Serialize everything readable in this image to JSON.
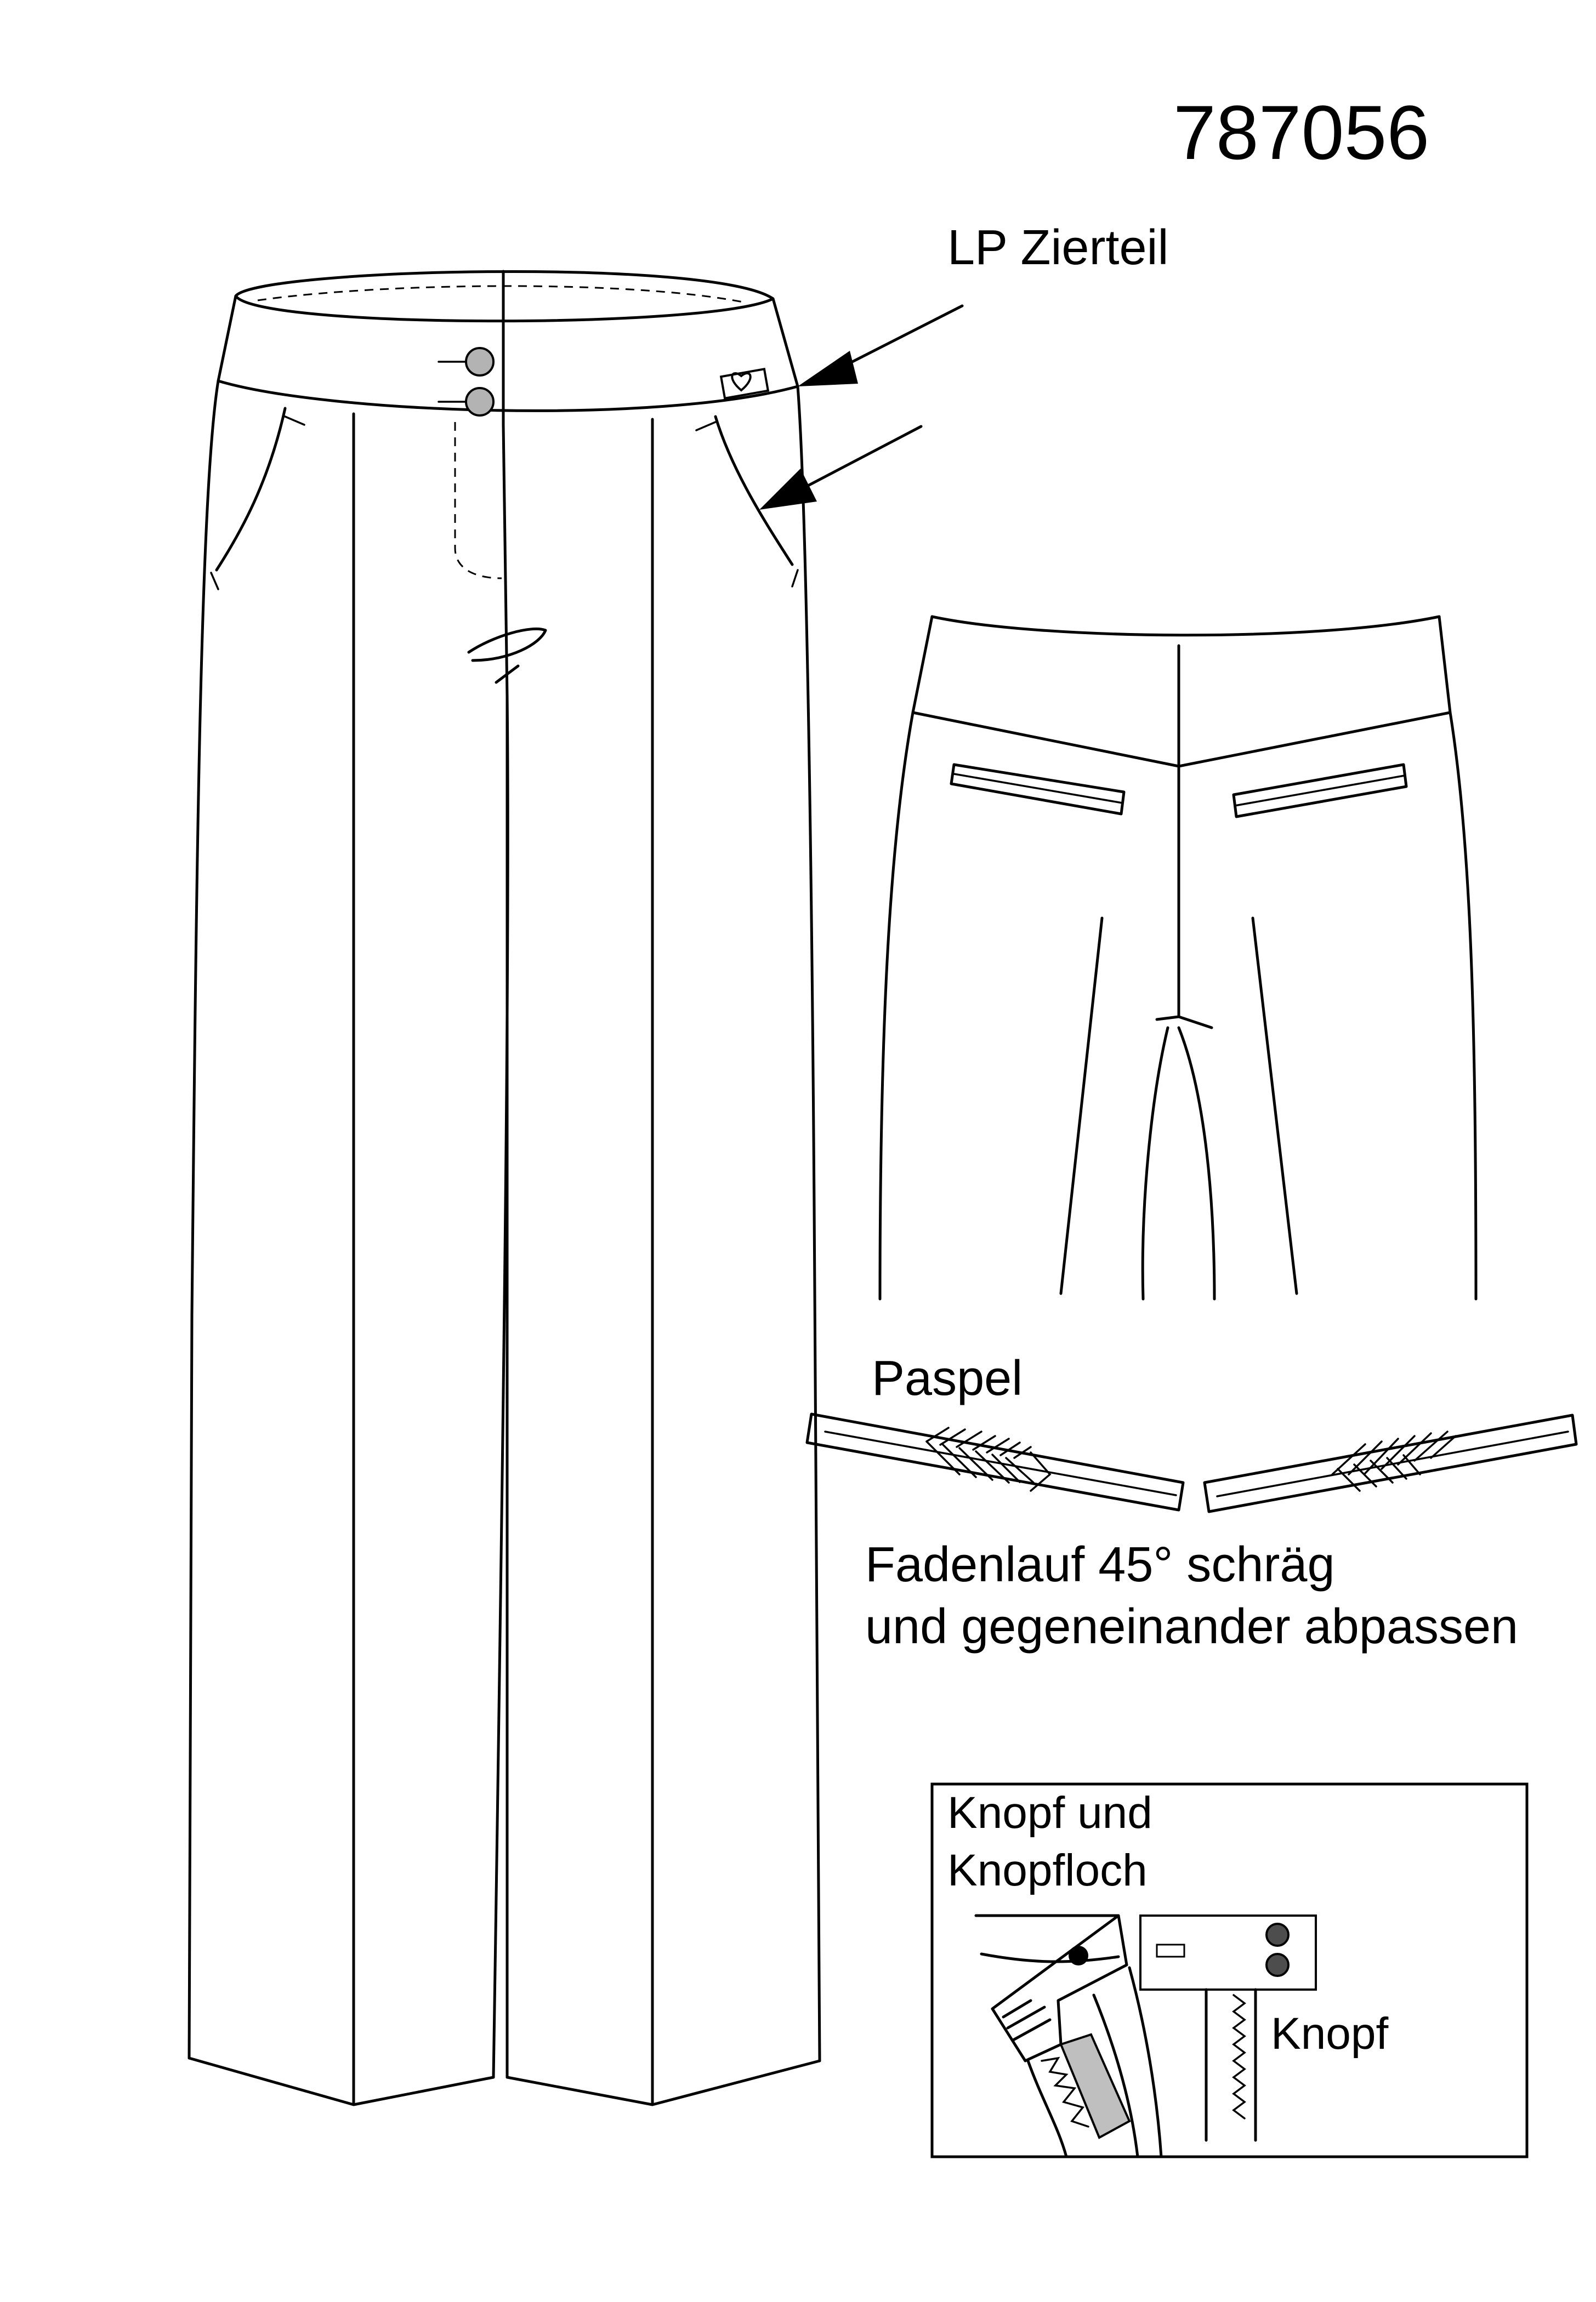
{
  "model_number": "787056",
  "labels": {
    "decor_part": "LP Zierteil",
    "piping": "Paspel",
    "grain_line_1": "Fadenlauf 45° schräg",
    "grain_line_2": "und gegeneinander abpassen",
    "detail_title_1": "Knopf und",
    "detail_title_2": "Knopfloch",
    "button": "Knopf"
  },
  "colors": {
    "line": "#000000",
    "button_fill": "#b3b3b3",
    "detail_button": "#4d4d4d",
    "zipper_fill": "#bfbfbf"
  },
  "icons": {
    "heart": "heart-icon",
    "arrow": "arrowhead-icon"
  }
}
